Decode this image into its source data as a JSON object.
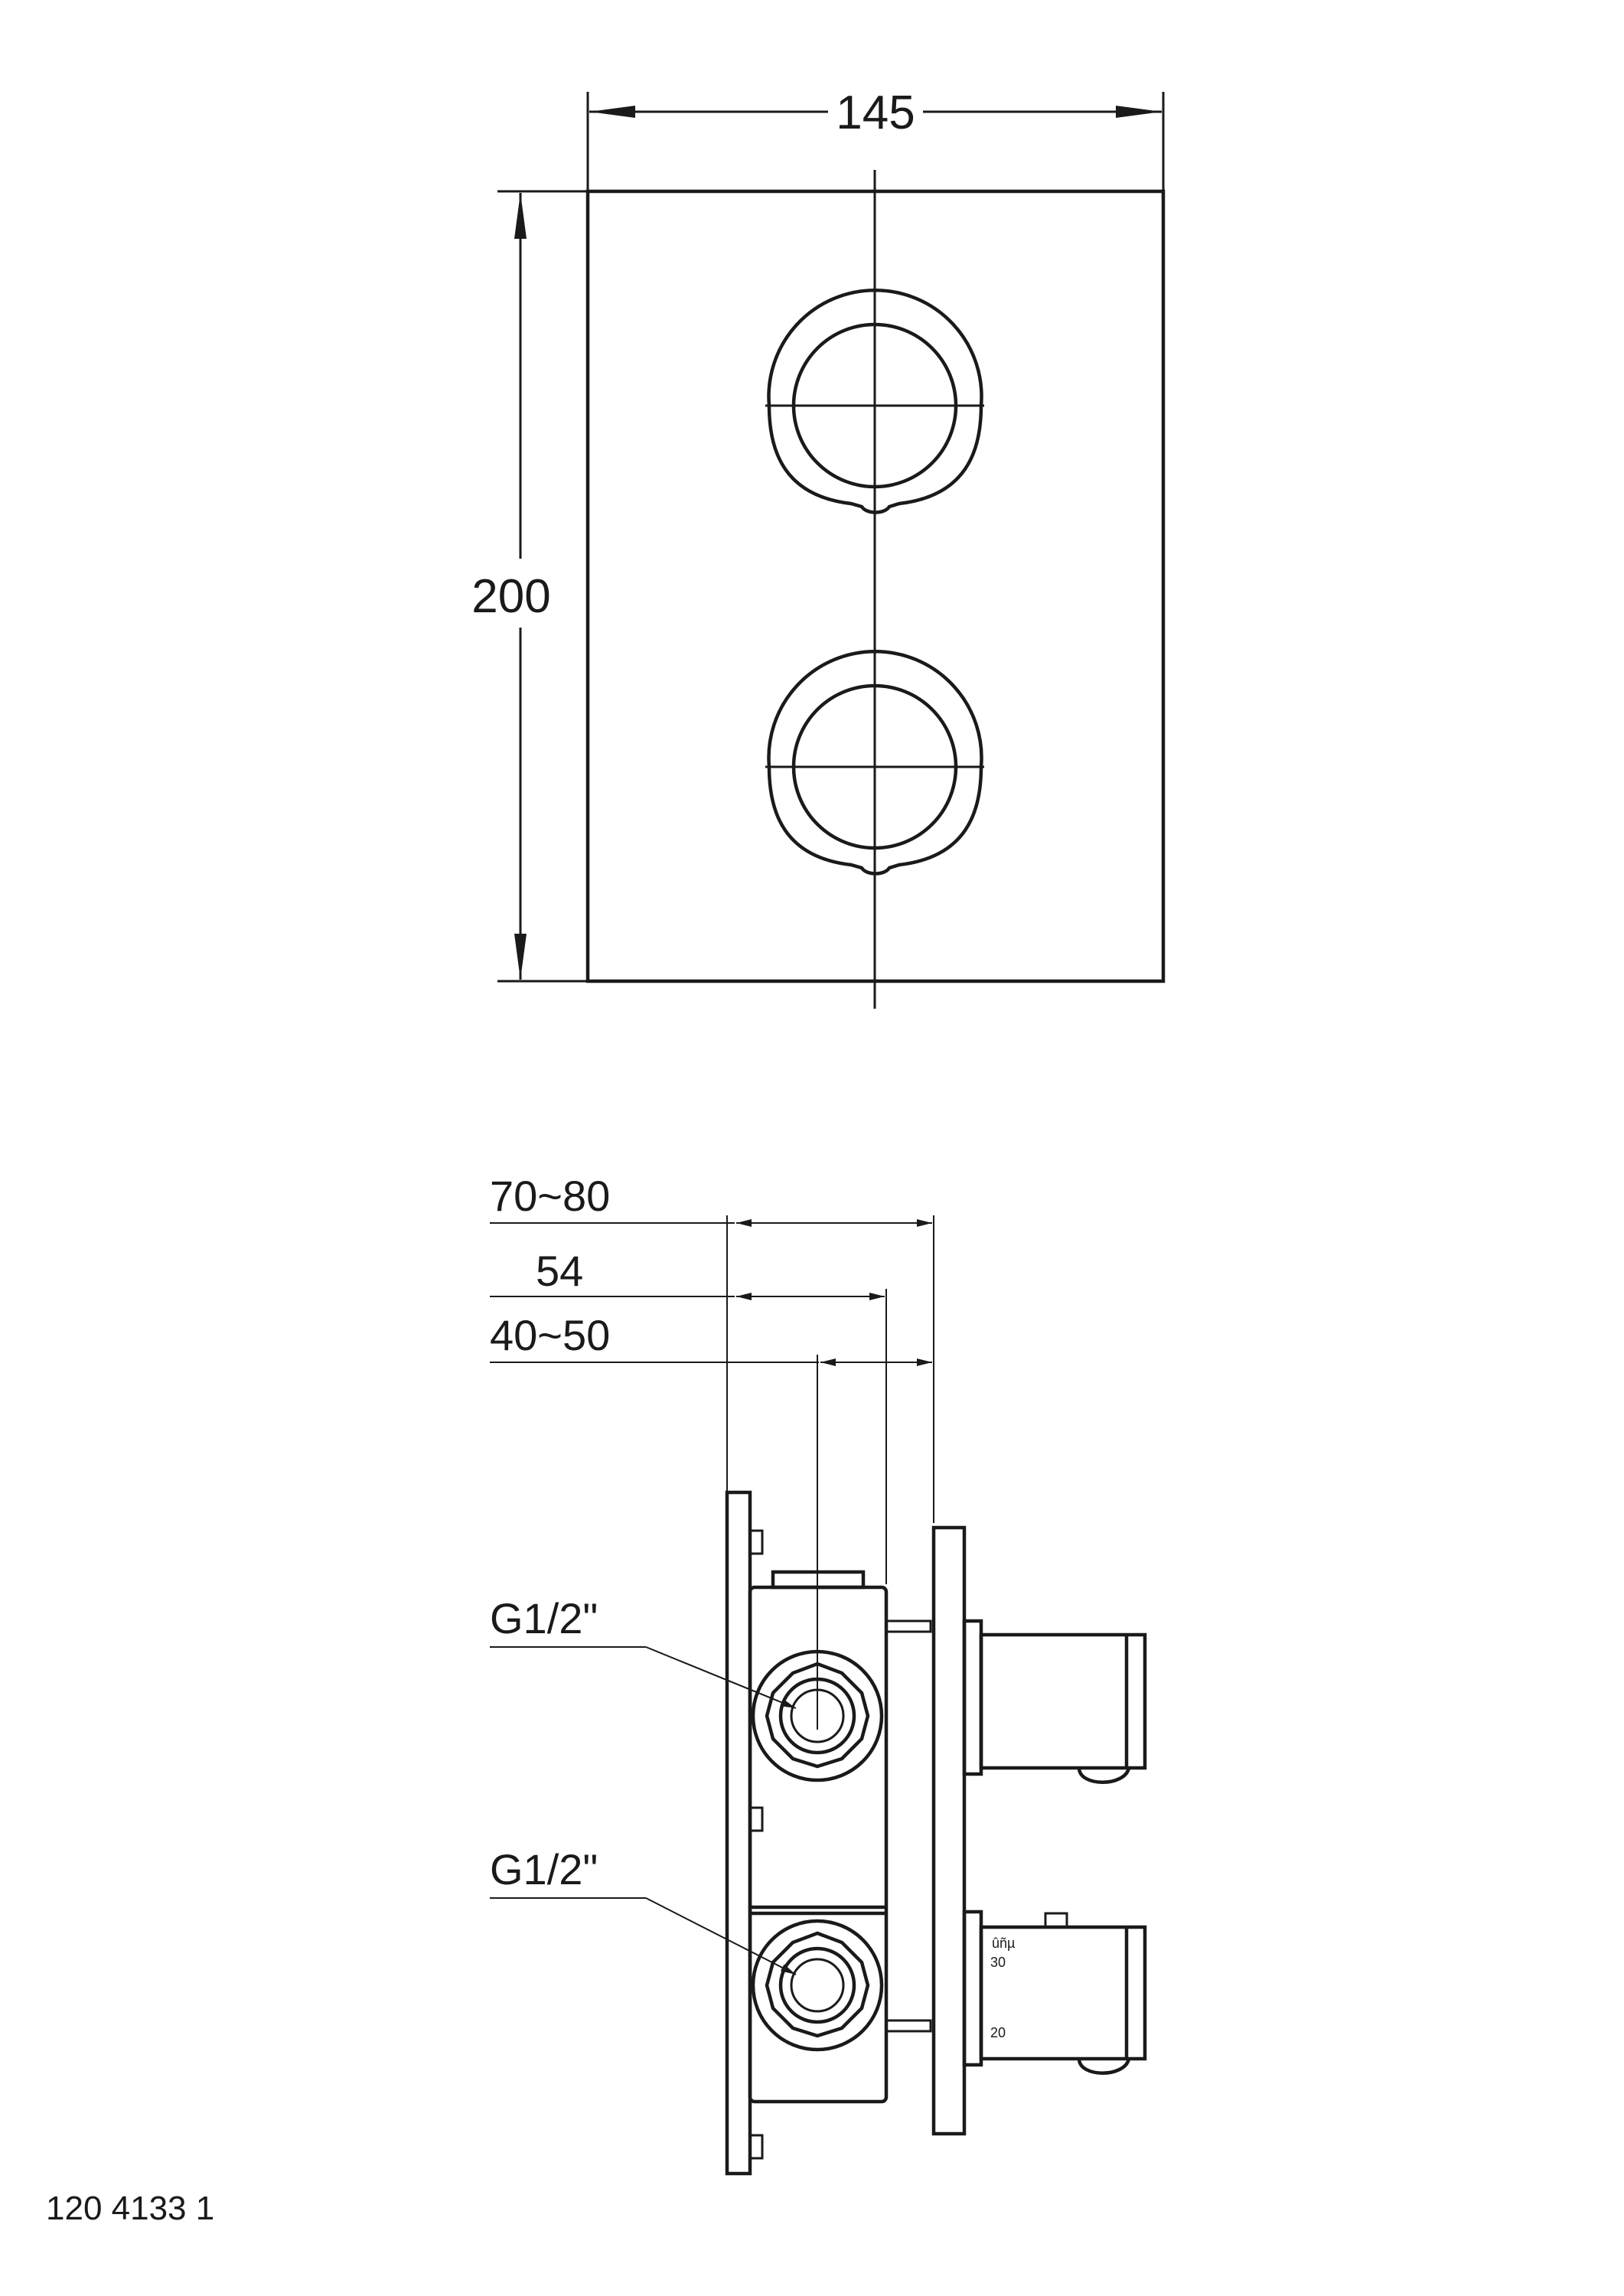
{
  "front_view": {
    "width_dim": "145",
    "height_dim": "200"
  },
  "side_view": {
    "dims": [
      "70~80",
      "54",
      "40~50"
    ],
    "connection_upper": "G1/2\"",
    "connection_lower": "G1/2\"",
    "scale_top": "30",
    "scale_bottom": "20"
  },
  "drawing_number": "120 4133 1",
  "line_color": "#1a1a1a"
}
